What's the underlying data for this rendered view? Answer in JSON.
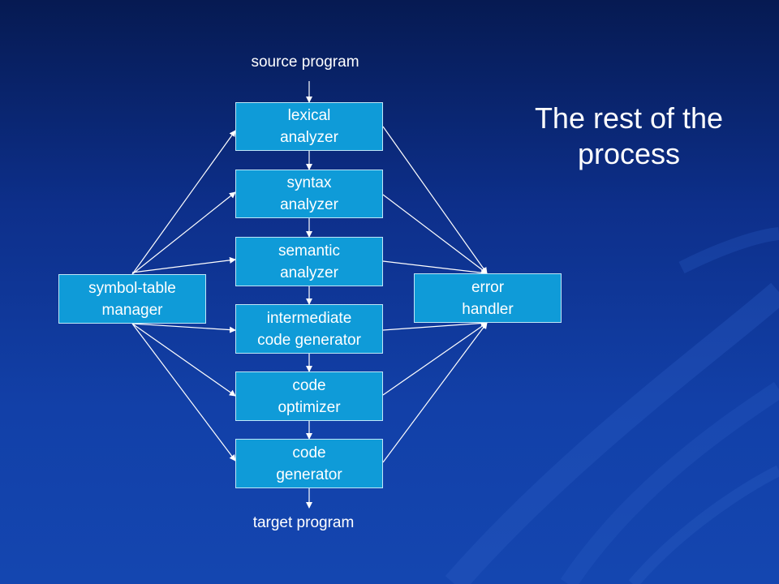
{
  "title": {
    "line1": "The rest of the",
    "line2": "process"
  },
  "input_label": "source program",
  "output_label": "target program",
  "phases": [
    {
      "line1": "lexical",
      "line2": "analyzer"
    },
    {
      "line1": "syntax",
      "line2": "analyzer"
    },
    {
      "line1": "semantic",
      "line2": "analyzer"
    },
    {
      "line1": "intermediate",
      "line2": "code generator"
    },
    {
      "line1": "code",
      "line2": "optimizer"
    },
    {
      "line1": "code",
      "line2": "generator"
    }
  ],
  "symbol_table": {
    "line1": "symbol-table",
    "line2": "manager"
  },
  "error_handler": {
    "line1": "error",
    "line2": "handler"
  },
  "colors": {
    "box_fill": "#0f9bd8",
    "background": "#0d2f8a",
    "arrow": "#ffffff"
  }
}
